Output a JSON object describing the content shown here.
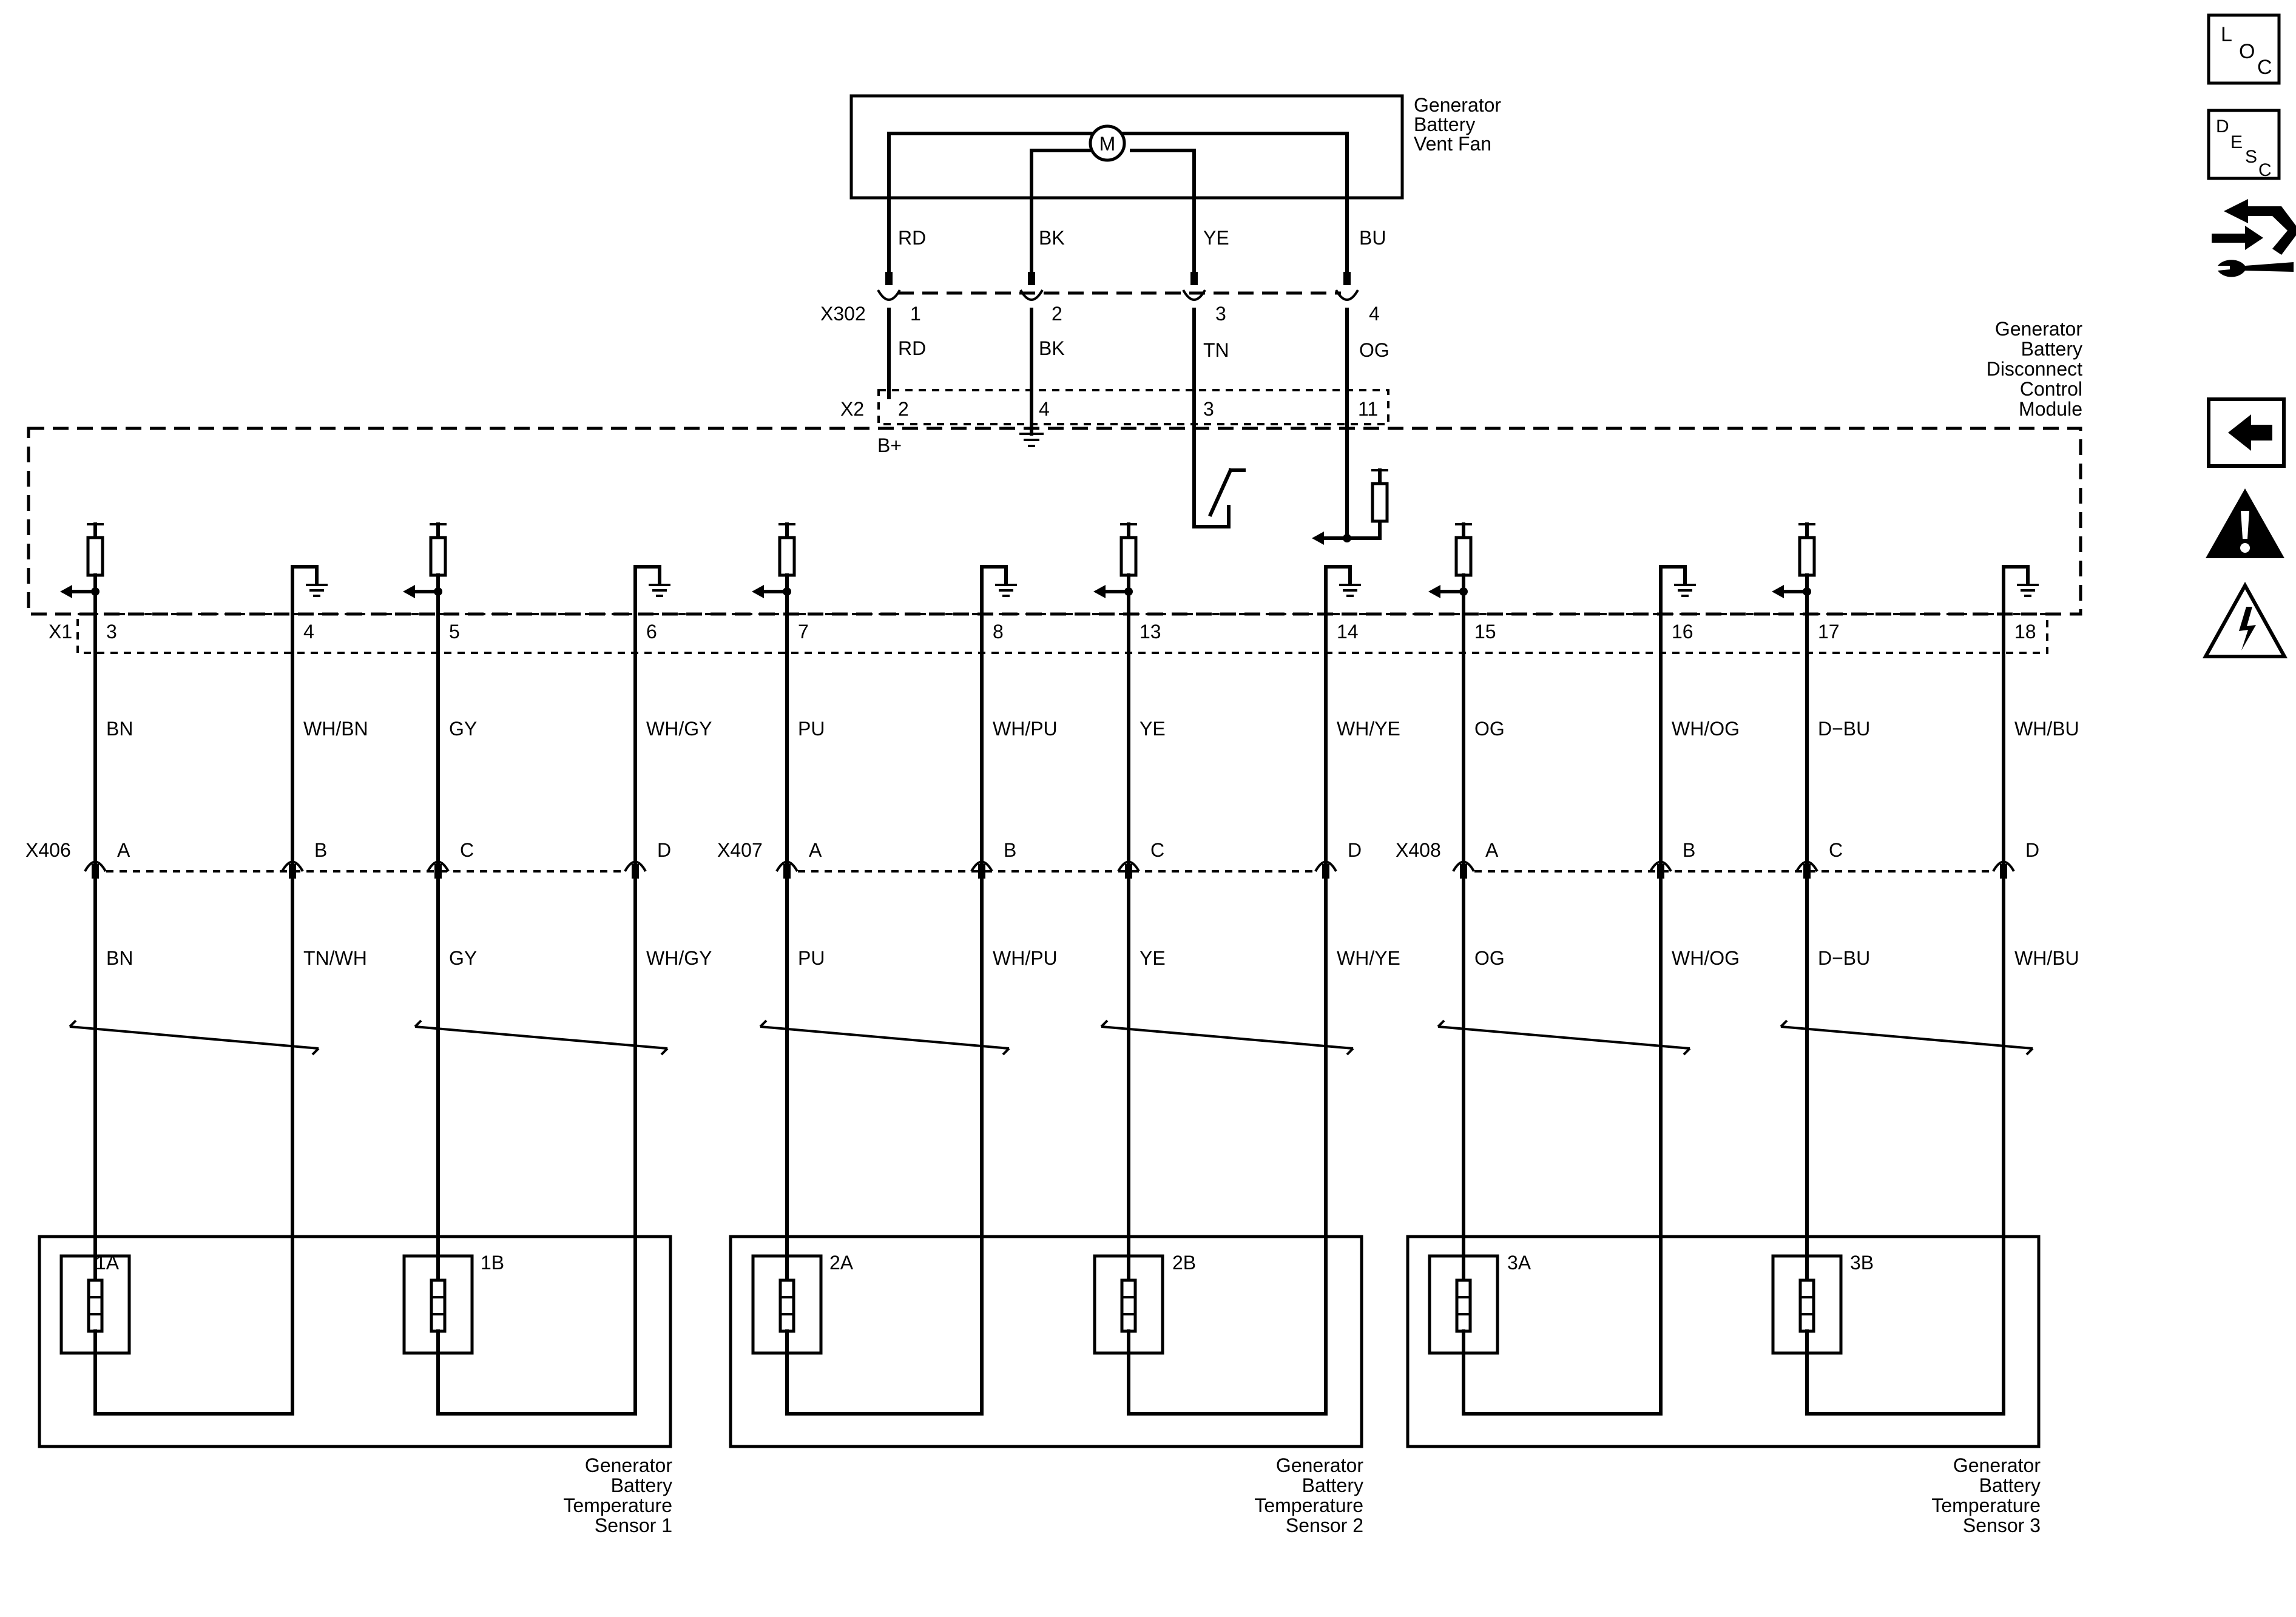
{
  "vent_fan": {
    "label": [
      "Generator",
      "Battery",
      "Vent Fan"
    ],
    "motor": "M"
  },
  "module": {
    "label": [
      "Generator",
      "Battery",
      "Disconnect",
      "Control",
      "Module"
    ],
    "bplus": "B+"
  },
  "x302": {
    "name": "X302",
    "pins": [
      {
        "num": "1",
        "top": "RD",
        "bottom": "RD"
      },
      {
        "num": "2",
        "top": "BK",
        "bottom": "BK"
      },
      {
        "num": "3",
        "top": "YE",
        "bottom": "TN"
      },
      {
        "num": "4",
        "top": "BU",
        "bottom": "OG"
      }
    ]
  },
  "x2": {
    "name": "X2",
    "pins": [
      "2",
      "4",
      "3",
      "11"
    ]
  },
  "x1": {
    "name": "X1",
    "pins": [
      "3",
      "4",
      "5",
      "6",
      "7",
      "8",
      "13",
      "14",
      "15",
      "16",
      "17",
      "18"
    ],
    "wires": [
      "BN",
      "WH/BN",
      "GY",
      "WH/GY",
      "PU",
      "WH/PU",
      "YE",
      "WH/YE",
      "OG",
      "WH/OG",
      "D−BU",
      "WH/BU"
    ]
  },
  "sensor_connectors": [
    {
      "name": "X406",
      "pins": [
        "A",
        "B",
        "C",
        "D"
      ],
      "wires": [
        "BN",
        "TN/WH",
        "GY",
        "WH/GY"
      ]
    },
    {
      "name": "X407",
      "pins": [
        "A",
        "B",
        "C",
        "D"
      ],
      "wires": [
        "PU",
        "WH/PU",
        "YE",
        "WH/YE"
      ]
    },
    {
      "name": "X408",
      "pins": [
        "A",
        "B",
        "C",
        "D"
      ],
      "wires": [
        "OG",
        "WH/OG",
        "D−BU",
        "WH/BU"
      ]
    }
  ],
  "sensors": [
    {
      "elements": [
        "1A",
        "1B"
      ],
      "label": [
        "Generator",
        "Battery",
        "Temperature",
        "Sensor 1"
      ]
    },
    {
      "elements": [
        "2A",
        "2B"
      ],
      "label": [
        "Generator",
        "Battery",
        "Temperature",
        "Sensor 2"
      ]
    },
    {
      "elements": [
        "3A",
        "3B"
      ],
      "label": [
        "Generator",
        "Battery",
        "Temperature",
        "Sensor 3"
      ]
    }
  ],
  "sidebar": {
    "loc": {
      "l": "L",
      "o": "O",
      "c": "C"
    },
    "desc": {
      "d": "D",
      "e": "E",
      "s": "S",
      "c": "C"
    },
    "icons": [
      "connector-tool-icon",
      "back-arrow-icon",
      "warning-icon",
      "electrical-hazard-icon"
    ]
  }
}
